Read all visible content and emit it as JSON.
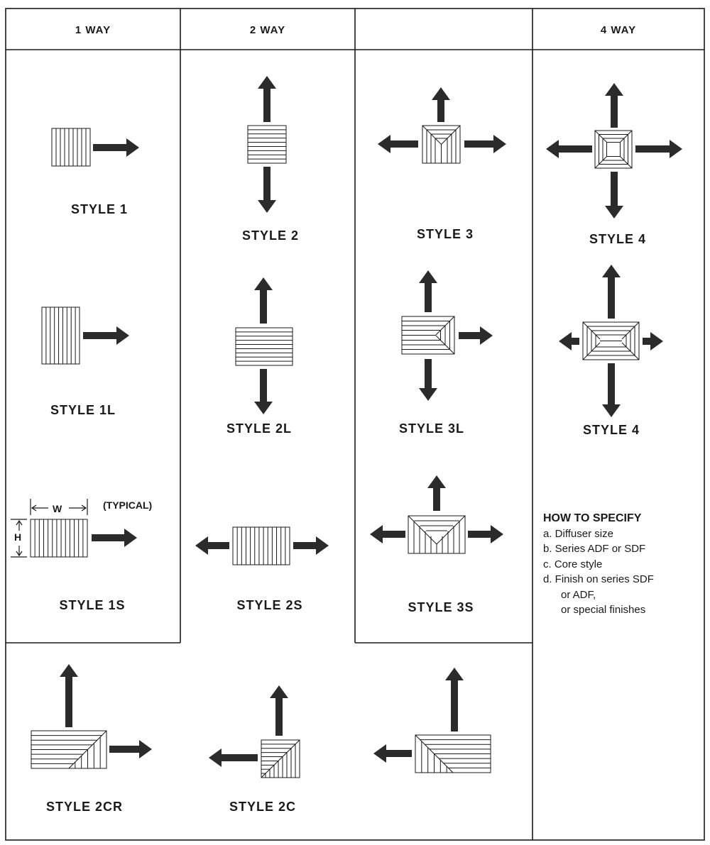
{
  "headers": {
    "col1": "1 WAY",
    "col2": "2 WAY",
    "col3": "",
    "col4": "4 WAY"
  },
  "styles": {
    "s1": "STYLE 1",
    "s1l": "STYLE 1L",
    "s1s": "STYLE 1S",
    "s2": "STYLE 2",
    "s2l": "STYLE 2L",
    "s2s": "STYLE 2S",
    "s3": "STYLE 3",
    "s3l": "STYLE 3L",
    "s3s": "STYLE 3S",
    "s4a": "STYLE 4",
    "s4b": "STYLE 4",
    "s2cr": "STYLE 2CR",
    "s2c": "STYLE 2C"
  },
  "dimensions": {
    "width": "W",
    "height": "H",
    "typical": "(TYPICAL)"
  },
  "how_to_specify": {
    "title": "HOW TO SPECIFY",
    "items": [
      "a.  Diffuser size",
      "b.  Series ADF or SDF",
      "c.  Core style",
      "d.  Finish on series SDF",
      "or ADF,",
      "or special finishes"
    ]
  },
  "colors": {
    "ink": "#1a1a1a",
    "arrow": "#2b2b2b",
    "paper": "#ffffff"
  }
}
